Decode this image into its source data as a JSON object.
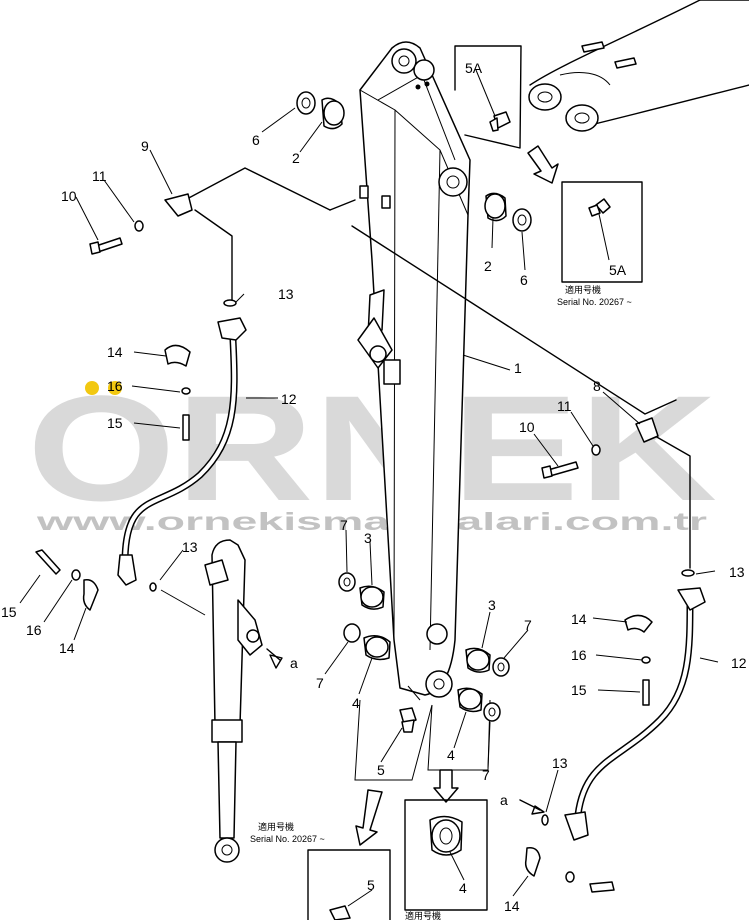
{
  "watermark": {
    "brand": "ORNEK",
    "url": "www.ornekismakinalari.com.tr",
    "color": "#b9b9b9",
    "accent": "#f2c811"
  },
  "serial_notes": {
    "label_jp": "適用号機",
    "note_upper": "Serial No. 20267 ~",
    "note_lower": "Serial No. 20267 ~"
  },
  "callouts": {
    "arm": "1",
    "bushing_top_left": "2",
    "bushing_top_right": "2",
    "bushing_left_a": "3",
    "bushing_right_a": "3",
    "bushing_left_b": "4",
    "bushing_right_b": "4",
    "bushing_detail": "4",
    "dust_seal_5": "5",
    "dust_seal_5_box": "5",
    "grease_fitting_top": "5A",
    "grease_fitting_box": "5A",
    "seal_top_left": "6",
    "seal_top_right": "6",
    "seal_left_a": "7",
    "seal_right_a": "7",
    "seal_left_b": "7",
    "seal_right_b": "7",
    "bracket_right": "8",
    "bracket_left": "9",
    "bolt_left": "10",
    "bolt_right": "10",
    "washer_left": "11",
    "washer_right": "11",
    "hose_left": "12",
    "hose_right": "12",
    "oring_left_top": "13",
    "oring_left_bottom": "13",
    "oring_right_top": "13",
    "oring_right_bottom": "13",
    "clamp_left": "14",
    "clamp_left_low": "14",
    "clamp_right": "14",
    "clamp_right_low": "14",
    "bolt15_left": "15",
    "bolt15_left_low": "15",
    "bolt15_right": "15",
    "washer16_left": "16",
    "washer16_left_low": "16",
    "washer16_right": "16",
    "ref_a_left": "a",
    "ref_a_right": "a"
  }
}
